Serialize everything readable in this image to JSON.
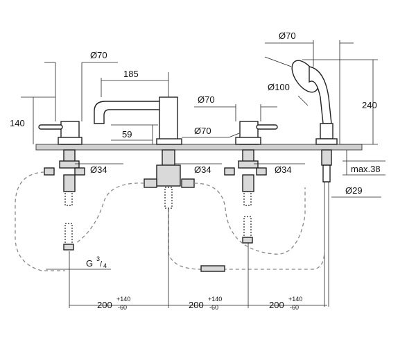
{
  "labels": {
    "handshower_diameter": "Ø70",
    "handshower_head": "Ø100",
    "left_handle_diameter": "Ø70",
    "spout_reach": "185",
    "left_height": "140",
    "spout_height": "59",
    "spout_base_diameter": "Ø70",
    "right_handle_diameter": "Ø70",
    "total_height": "240",
    "left_shank": "Ø34",
    "center_shank": "Ø34",
    "right_shank": "Ø34",
    "max_deck": "max.38",
    "hose_hole": "Ø29",
    "thread": "G",
    "thread_num": "3",
    "thread_den": "4",
    "spacing_1": "200",
    "spacing_2": "200",
    "spacing_3": "200",
    "tol_plus": "+140",
    "tol_minus": "-60"
  }
}
